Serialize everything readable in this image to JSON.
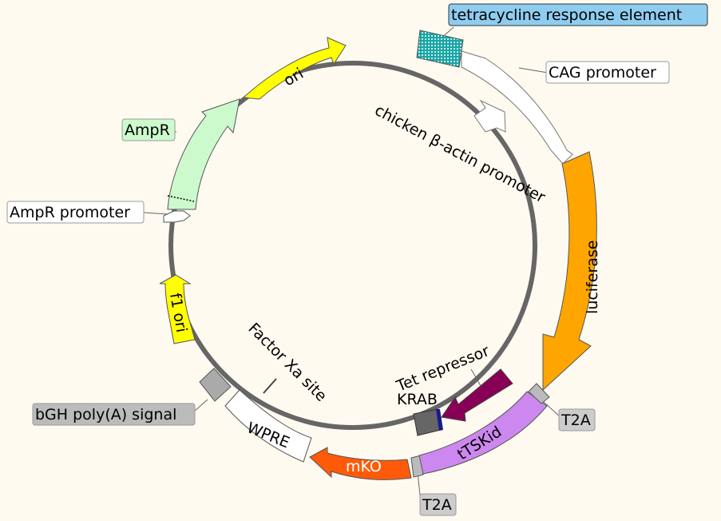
{
  "features": {
    "tre": {
      "label": "tetracycline response element",
      "color": "#1aa5a5",
      "label_bg": "#8ecdf0"
    },
    "cag": {
      "label": "CAG promoter",
      "color": "#ffffff"
    },
    "chicken": {
      "label": "chicken β-actin promoter",
      "color": "#ffffff"
    },
    "luciferase": {
      "label": "luciferase",
      "color": "#ffa500"
    },
    "t2a_1": {
      "label": "T2A",
      "color": "#bbbbbb"
    },
    "ttskid": {
      "label": "tTSKid",
      "color": "#cc88ee"
    },
    "tet_repressor": {
      "label": "Tet repressor",
      "color": "#880055"
    },
    "krab": {
      "label": "KRAB",
      "color": "#666666",
      "stripe": "#1a1a8c"
    },
    "t2a_2": {
      "label": "T2A",
      "color": "#bbbbbb"
    },
    "mko": {
      "label": "mKO",
      "color": "#ff5a0a"
    },
    "wpre": {
      "label": "WPRE",
      "color": "#ffffff"
    },
    "factor_xa": {
      "label": "Factor Xa site"
    },
    "bgh": {
      "label": "bGH poly(A) signal",
      "color": "#aaaaaa"
    },
    "f1ori": {
      "label": "f1 ori",
      "color": "#ffff00"
    },
    "ampr_promoter": {
      "label": "AmpR promoter",
      "color": "#ffffff"
    },
    "ampr": {
      "label": "AmpR",
      "color": "#ccfacc",
      "label_bg": "#ccfacc"
    },
    "ori": {
      "label": "ori",
      "color": "#ffff00"
    }
  }
}
